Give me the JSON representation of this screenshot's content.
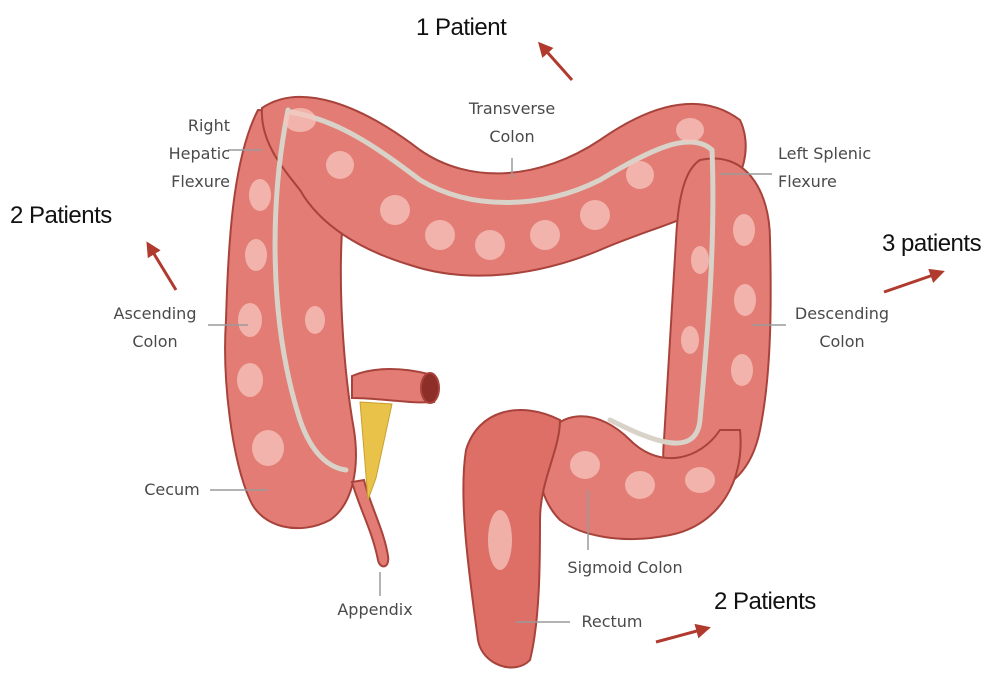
{
  "colors": {
    "colon_fill": "#e27c74",
    "colon_light": "#f6c6be",
    "colon_dark": "#a8433c",
    "band": "#d9d2c8",
    "arrow": "#b03a2e",
    "leader": "#9a9a9a",
    "fat": "#e9c24a"
  },
  "labels": {
    "right_hepatic": [
      "Right",
      "Hepatic",
      "Flexure"
    ],
    "transverse": [
      "Transverse",
      "Colon"
    ],
    "left_splenic": [
      "Left Splenic",
      "Flexure"
    ],
    "ascending": [
      "Ascending",
      "Colon"
    ],
    "descending": [
      "Descending",
      "Colon"
    ],
    "cecum": "Cecum",
    "appendix": "Appendix",
    "sigmoid": "Sigmoid Colon",
    "rectum": "Rectum"
  },
  "counts": {
    "transverse": "1 Patient",
    "hepatic": "2 Patients",
    "descending": "3 patients",
    "rectum": "2 Patients"
  }
}
